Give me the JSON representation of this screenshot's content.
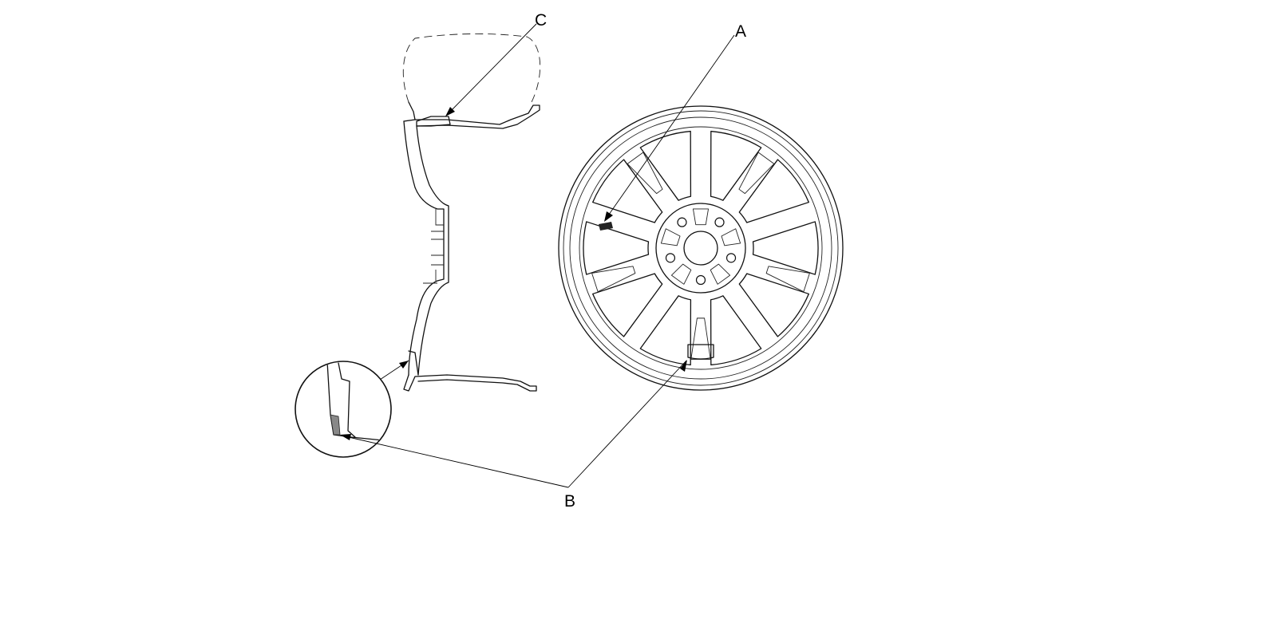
{
  "callouts": {
    "a": "A",
    "b": "B",
    "c": "C"
  },
  "colors": {
    "line": "#111111",
    "background": "#ffffff",
    "weight_fill": "#222222",
    "shaded_detail": "#888888"
  }
}
